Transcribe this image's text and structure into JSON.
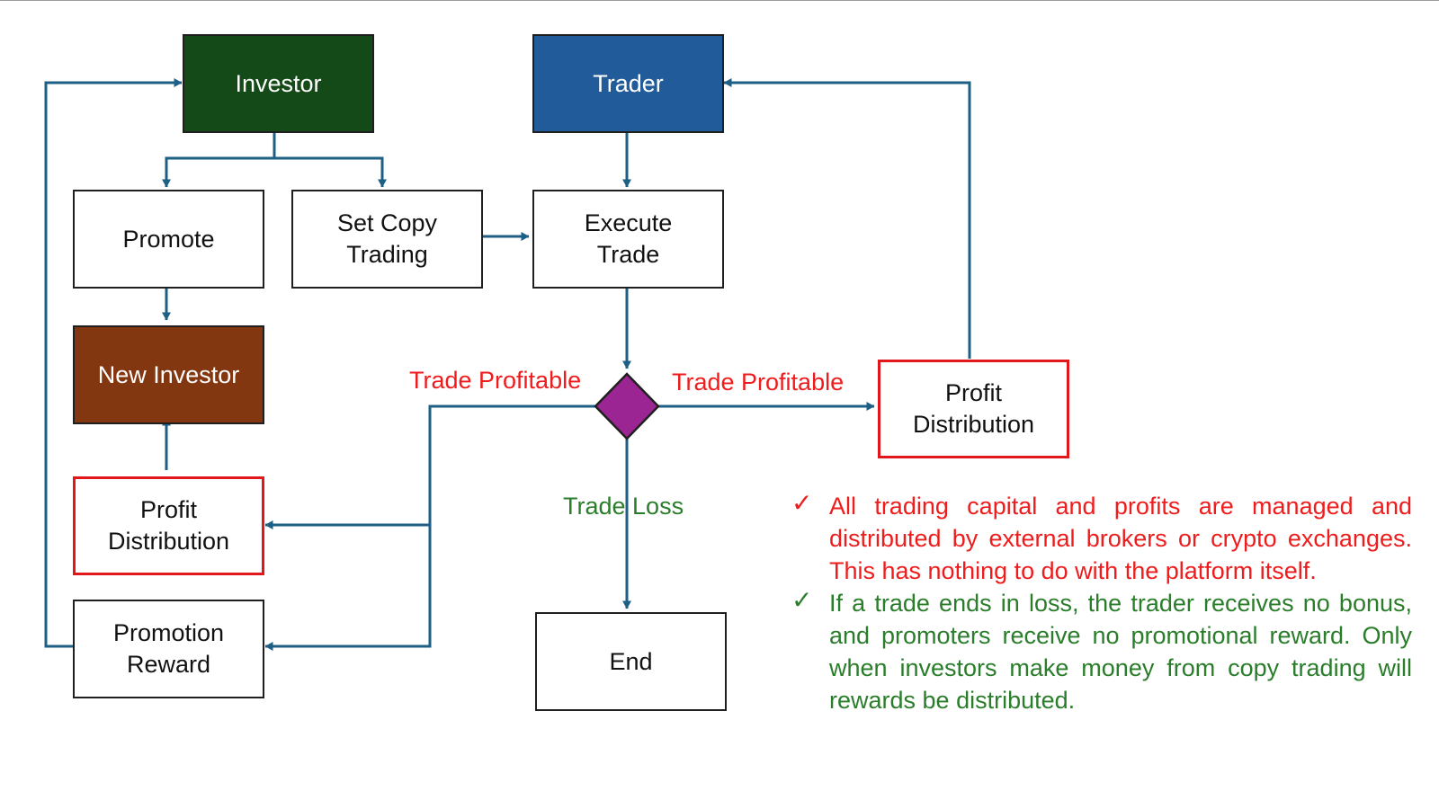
{
  "nodes": {
    "investor": "Investor",
    "trader": "Trader",
    "promote": "Promote",
    "set_copy_trading": [
      "Set Copy",
      "Trading"
    ],
    "execute_trade": [
      "Execute",
      "Trade"
    ],
    "new_investor": "New Investor",
    "profit_distribution_left": [
      "Profit",
      "Distribution"
    ],
    "profit_distribution_right": [
      "Profit",
      "Distribution"
    ],
    "promotion_reward": [
      "Promotion",
      "Reward"
    ],
    "end": "End"
  },
  "edge_labels": {
    "trade_profitable_left": "Trade Profitable",
    "trade_profitable_right": "Trade Profitable",
    "trade_loss": "Trade Loss"
  },
  "notes": [
    {
      "check": "✓",
      "text": "All trading capital and profits are managed and distributed by external brokers or crypto exchanges. This has nothing to do with the platform itself."
    },
    {
      "check": "✓",
      "text": "If a trade ends in loss, the trader receives no bonus, and promoters receive no promotional reward. Only when investors make money from copy trading will rewards be distributed."
    }
  ],
  "colors": {
    "arrow": "#1e5f86",
    "investor_fill": "#134a17",
    "trader_fill": "#225b9a",
    "new_investor_fill": "#833710",
    "decision_fill": "#9b2592",
    "highlight_border": "#e0181b",
    "profit_text": "#ee1c1c",
    "loss_text": "#2a7d2a"
  }
}
